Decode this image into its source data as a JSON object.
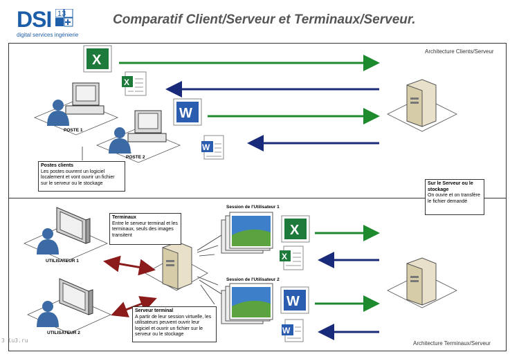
{
  "header": {
    "logo_text": "DSI",
    "logo_number": "13",
    "logo_subtitle": "digital services ingénierie",
    "title": "Comparatif Client/Serveur et Terminaux/Serveur."
  },
  "top_section": {
    "label": "Architecture Clients/Serveur",
    "poste1_label": "POSTE 1",
    "poste2_label": "POSTE 2",
    "clients_note": {
      "heading": "Postes clients",
      "body": "Les postes ouvrent un logiciel localement et vont ouvrir un fichier sur le serveur ou le stockage"
    },
    "server_note": {
      "heading": "Sur le Serveur ou le stockage",
      "body": "On ouvre et on transfère le fichier demandé"
    }
  },
  "bottom_section": {
    "label": "Architecture Terminaux/Serveur",
    "user1_label": "UTILISATEUR 1",
    "user2_label": "UTILISATEUR 2",
    "session1_label": "Session de l'Utilisateur 1",
    "session2_label": "Session de l'Utilisateur 2",
    "terminals_note": {
      "heading": "Terminaux",
      "body": "Entre le serveur terminal et les terminaux, seuls des images transitent"
    },
    "terminal_server_note": {
      "heading": "Serveur terminal",
      "body": "A partir de leur session virtuelle, les utilisateurs peuvent ouvrir leur logiciel et ouvrir un fichier sur le serveur ou le stockage"
    }
  },
  "watermark": "3 lu3.ru",
  "colors": {
    "arrow_green": "#1e8a2e",
    "arrow_navy": "#1a2a7a",
    "arrow_red": "#8b1a1a",
    "excel_green": "#1d7a3a",
    "word_blue": "#2a5db0"
  }
}
